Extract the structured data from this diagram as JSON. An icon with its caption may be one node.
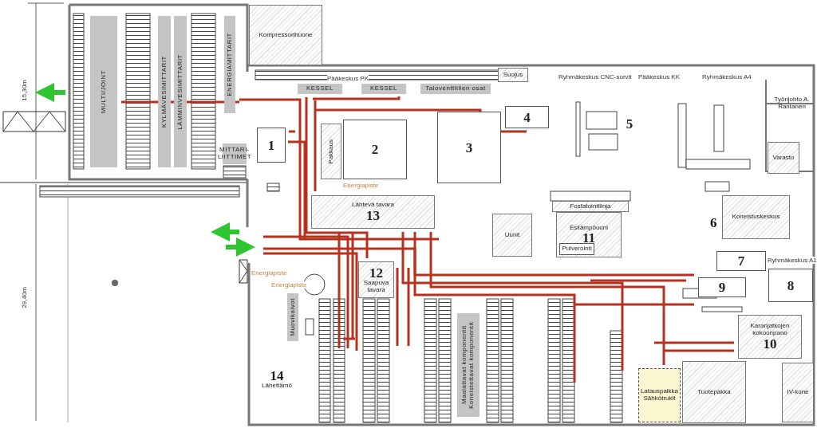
{
  "diagram": {
    "nodes": [
      {
        "text": [
          "Kompressorihuone"
        ]
      },
      {
        "text": [
          "MULTI/JOINT"
        ]
      },
      {
        "text": [
          "KYLMÄVESIMITTARIT"
        ]
      },
      {
        "text": [
          "LÄMMINVESIMITTARIT"
        ]
      },
      {
        "text": [
          "ENERGIAMITTARIT"
        ]
      },
      {
        "text": [
          "MITTARI-LIITTIMET"
        ]
      },
      {
        "text": [
          "KESSEL"
        ]
      },
      {
        "text": [
          "KESSEL"
        ]
      },
      {
        "text": [
          "Taloventtiilien osat"
        ]
      },
      {
        "text": [
          "Suojus"
        ]
      },
      {
        "text": [
          "1"
        ]
      },
      {
        "text": [
          "Pakkaus"
        ]
      },
      {
        "text": [
          "2"
        ]
      },
      {
        "text": [
          "3"
        ]
      },
      {
        "text": [
          "4"
        ]
      },
      {
        "text": [
          "5"
        ]
      },
      {
        "text": [
          "Lähtevä tavara",
          "13"
        ]
      },
      {
        "text": [
          "Fosfatointilinja"
        ]
      },
      {
        "text": [
          "Uunit"
        ]
      },
      {
        "text": [
          "Esilämpöuuni",
          "11"
        ]
      },
      {
        "text": [
          "Pulverointi"
        ],
        "in": 19
      },
      {
        "text": [
          "Koneistuskeskus"
        ]
      },
      {
        "text": [
          "Työnjohto A. Rantanen"
        ]
      },
      {
        "text": [
          "Varasto"
        ]
      },
      {
        "text": [
          "7"
        ]
      },
      {
        "text": [
          "8"
        ]
      },
      {
        "text": [
          "9"
        ]
      },
      {
        "text": [
          "Karanjatkojen kokoonpano",
          "10"
        ]
      },
      {
        "text": [
          "12",
          "Saapuva tavara"
        ]
      },
      {
        "text": [
          "Maalattavat komponentit Koneistettavat komponentit"
        ]
      },
      {
        "text": [
          "Muovikaivot"
        ]
      },
      {
        "text": [
          "14",
          "Lähettämö"
        ]
      },
      {
        "text": [
          "Latauspaikka Sähkötrukit"
        ]
      },
      {
        "text": [
          "Tuotepakka"
        ]
      },
      {
        "text": [
          "IV-kone"
        ]
      }
    ],
    "edges": [],
    "labels": [
      "15,30m",
      "29,40m",
      "Pääkeskus PK",
      "Ryhmäkeskus CNC-sorvit",
      "Pääkeskus KK",
      "Ryhmäkeskus A4",
      "6",
      "Ryhmäkeskus A1",
      "Energiapiste",
      "Energiapiste",
      "Energiapiste"
    ]
  }
}
